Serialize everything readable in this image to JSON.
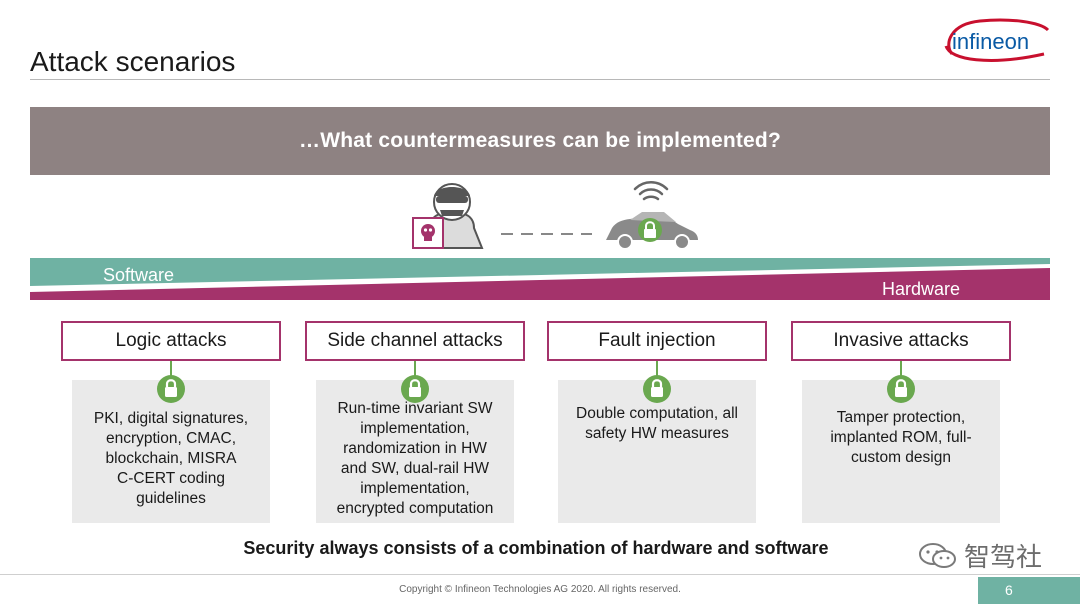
{
  "header": {
    "title": "Attack scenarios",
    "logo_text": "infineon"
  },
  "banner": {
    "question": "…What countermeasures can be implemented?"
  },
  "layers": {
    "software": "Software",
    "hardware": "Hardware"
  },
  "attacks": [
    {
      "title": "Logic attacks",
      "countermeasure_lines": [
        "PKI, digital signatures,",
        "encryption, CMAC,",
        "blockchain, MISRA",
        "C-CERT coding",
        "guidelines"
      ]
    },
    {
      "title": "Side channel attacks",
      "countermeasure_lines": [
        "Run-time invariant SW",
        "implementation,",
        "randomization in HW",
        "and SW, dual-rail HW",
        "implementation,",
        "encrypted computation"
      ]
    },
    {
      "title": "Fault injection",
      "countermeasure_lines": [
        "Double computation, all",
        "safety HW measures"
      ]
    },
    {
      "title": "Invasive attacks",
      "countermeasure_lines": [
        "Tamper protection,",
        "implanted ROM, full-",
        "custom design"
      ]
    }
  ],
  "tagline": "Security always consists of a combination of hardware and software",
  "footer": {
    "copyright": "Copyright © Infineon Technologies AG 2020. All rights reserved.",
    "page_number": "6"
  },
  "watermark": "智驾社",
  "icons": {
    "hacker": "hacker-icon",
    "car": "connected-car-icon",
    "wifi": "wifi-icon",
    "lock": "padlock-icon"
  },
  "colors": {
    "banner": "#8e8282",
    "software_band": "#6fb2a3",
    "hardware_band": "#a4336b",
    "lock_green": "#6aa84f",
    "box_border": "#a4336b",
    "desc_bg": "#eaeaea"
  }
}
